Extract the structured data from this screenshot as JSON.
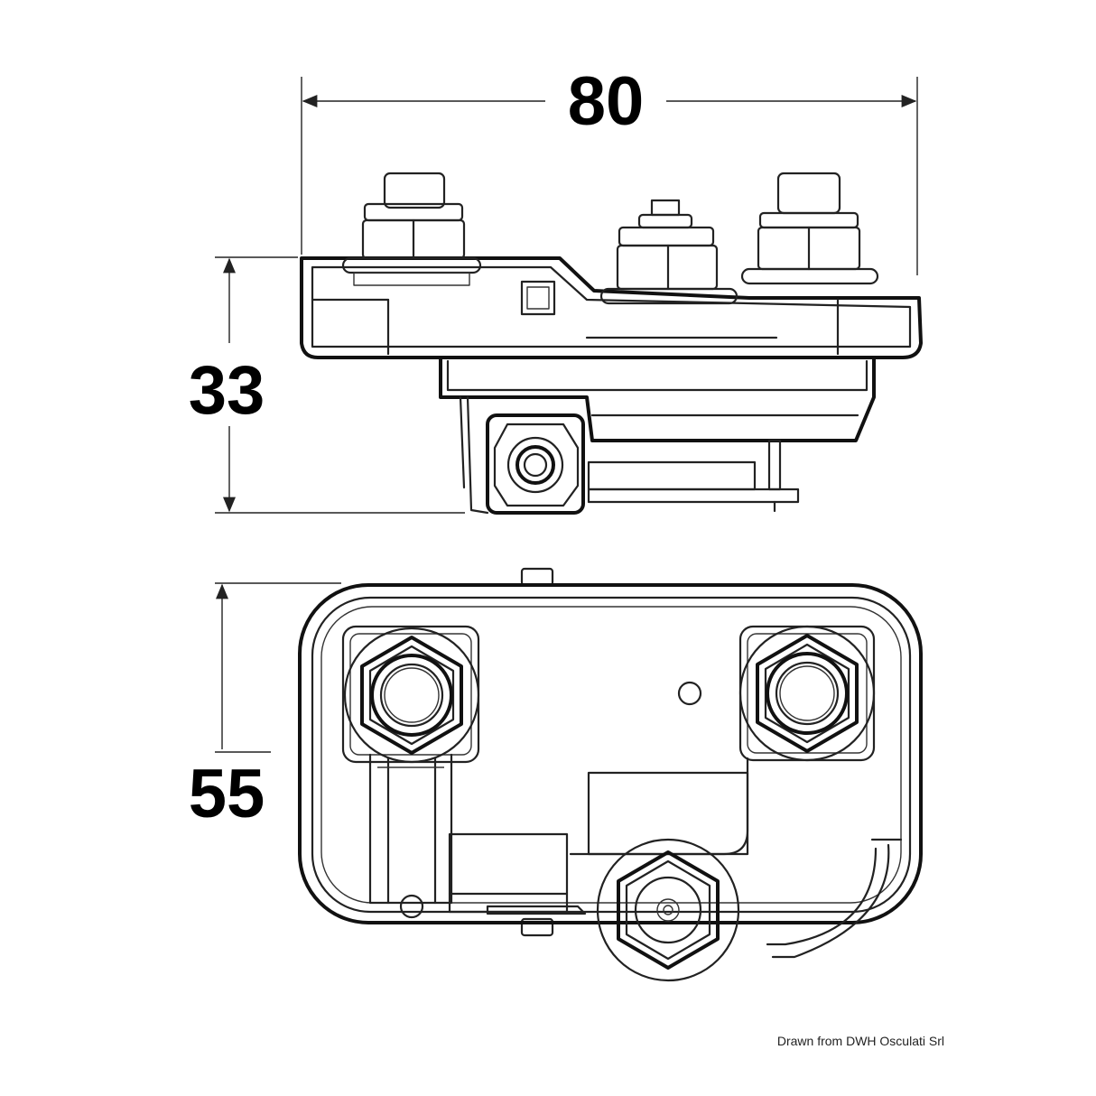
{
  "dimensions": {
    "width": "80",
    "height": "33",
    "depth": "55"
  },
  "credit": "Drawn from DWH Osculati Srl"
}
